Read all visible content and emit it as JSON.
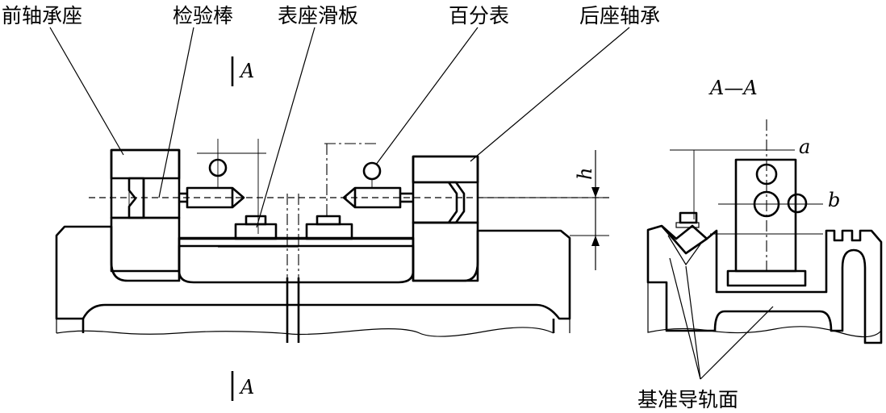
{
  "labels": {
    "front_bearing_seat": "前轴承座",
    "test_bar": "检验棒",
    "gauge_slide": "表座滑板",
    "dial_indicator": "百分表",
    "rear_bearing": "后座轴承",
    "datum_guideway": "基准导轨面"
  },
  "symbols": {
    "section_mark_top": "A",
    "section_mark_bottom": "A",
    "section_view_title": "A—A",
    "dim_h": "h",
    "point_a": "a",
    "point_b": "b"
  },
  "colors": {
    "ink": "#000000",
    "paper": "#ffffff"
  }
}
